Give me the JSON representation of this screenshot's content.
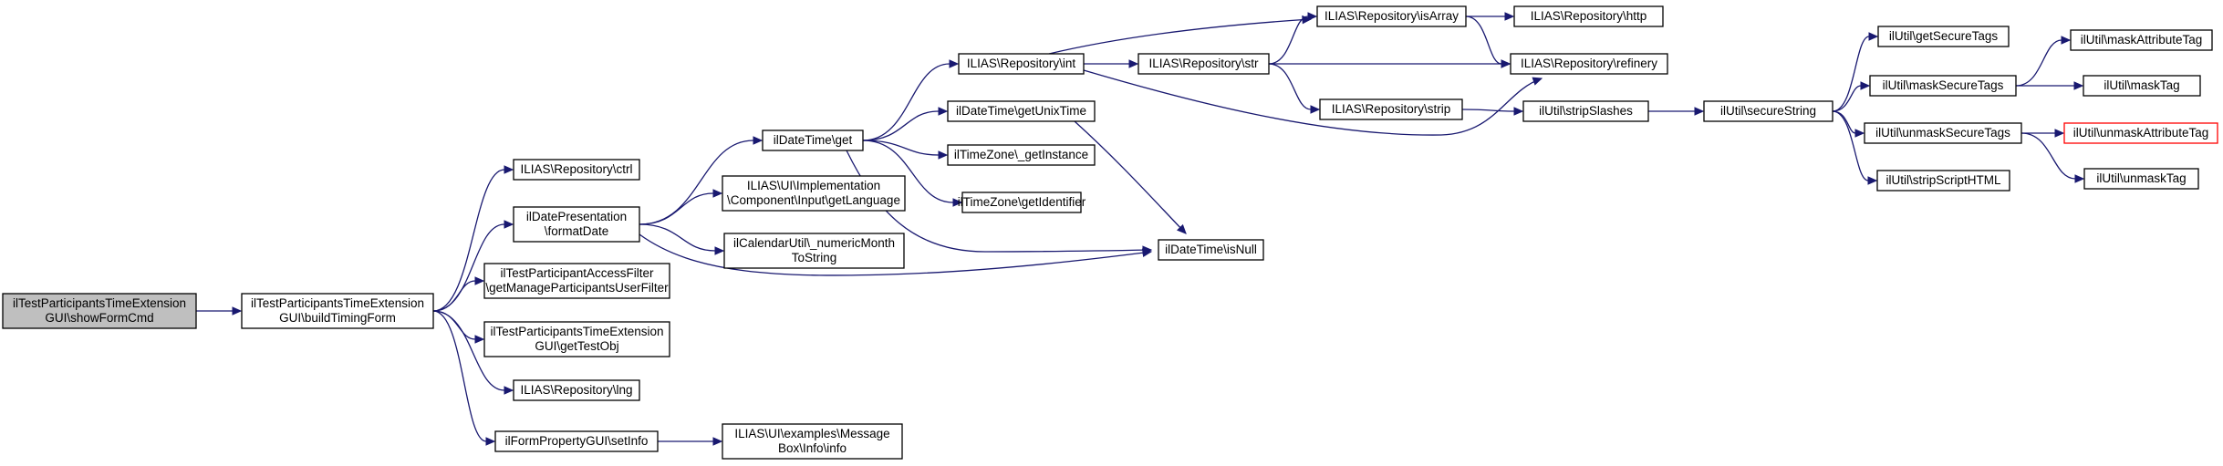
{
  "diagram": {
    "type": "call-graph",
    "nodes": [
      {
        "id": "n0",
        "lines": [
          "ilTestParticipantsTimeExtension",
          "GUI\\showFormCmd"
        ],
        "style": "root"
      },
      {
        "id": "n1",
        "lines": [
          "ilTestParticipantsTimeExtension",
          "GUI\\buildTimingForm"
        ]
      },
      {
        "id": "n2",
        "lines": [
          "ILIAS\\Repository\\ctrl"
        ]
      },
      {
        "id": "n3",
        "lines": [
          "ilDatePresentation",
          "\\formatDate"
        ]
      },
      {
        "id": "n4",
        "lines": [
          "ilTestParticipantAccessFilter",
          "\\getManageParticipantsUserFilter"
        ]
      },
      {
        "id": "n5",
        "lines": [
          "ilTestParticipantsTimeExtension",
          "GUI\\getTestObj"
        ]
      },
      {
        "id": "n6",
        "lines": [
          "ILIAS\\Repository\\lng"
        ]
      },
      {
        "id": "n7",
        "lines": [
          "ilFormPropertyGUI\\setInfo"
        ]
      },
      {
        "id": "n8",
        "lines": [
          "ilDateTime\\get"
        ]
      },
      {
        "id": "n9",
        "lines": [
          "ILIAS\\UI\\Implementation",
          "\\Component\\Input\\getLanguage"
        ]
      },
      {
        "id": "n10",
        "lines": [
          "ilCalendarUtil\\_numericMonth",
          "ToString"
        ]
      },
      {
        "id": "n11",
        "lines": [
          "ilDateTime\\isNull"
        ]
      },
      {
        "id": "n12",
        "lines": [
          "ILIAS\\UI\\examples\\Message",
          "Box\\Info\\info"
        ]
      },
      {
        "id": "n13",
        "lines": [
          "ILIAS\\Repository\\int"
        ]
      },
      {
        "id": "n14",
        "lines": [
          "ilDateTime\\getUnixTime"
        ]
      },
      {
        "id": "n15",
        "lines": [
          "ilTimeZone\\_getInstance"
        ]
      },
      {
        "id": "n16",
        "lines": [
          "ilTimeZone\\getIdentifier"
        ]
      },
      {
        "id": "n17",
        "lines": [
          "ILIAS\\Repository\\refinery"
        ]
      },
      {
        "id": "n18",
        "lines": [
          "ILIAS\\Repository\\isArray"
        ]
      },
      {
        "id": "n19",
        "lines": [
          "ILIAS\\Repository\\str"
        ]
      },
      {
        "id": "n20",
        "lines": [
          "ILIAS\\Repository\\http"
        ]
      },
      {
        "id": "n21",
        "lines": [
          "ILIAS\\Repository\\strip"
        ]
      },
      {
        "id": "n22",
        "lines": [
          "ilUtil\\stripSlashes"
        ]
      },
      {
        "id": "n23",
        "lines": [
          "ilUtil\\secureString"
        ]
      },
      {
        "id": "n24",
        "lines": [
          "ilUtil\\getSecureTags"
        ]
      },
      {
        "id": "n25",
        "lines": [
          "ilUtil\\maskSecureTags"
        ]
      },
      {
        "id": "n26",
        "lines": [
          "ilUtil\\unmaskSecureTags"
        ]
      },
      {
        "id": "n27",
        "lines": [
          "ilUtil\\stripScriptHTML"
        ]
      },
      {
        "id": "n28",
        "lines": [
          "ilUtil\\maskAttributeTag"
        ]
      },
      {
        "id": "n29",
        "lines": [
          "ilUtil\\maskTag"
        ]
      },
      {
        "id": "n30",
        "lines": [
          "ilUtil\\unmaskAttributeTag"
        ],
        "style": "red"
      },
      {
        "id": "n31",
        "lines": [
          "ilUtil\\unmaskTag"
        ]
      }
    ],
    "edges": [
      [
        "n0",
        "n1"
      ],
      [
        "n1",
        "n2"
      ],
      [
        "n1",
        "n3"
      ],
      [
        "n1",
        "n4"
      ],
      [
        "n1",
        "n5"
      ],
      [
        "n1",
        "n6"
      ],
      [
        "n1",
        "n7"
      ],
      [
        "n3",
        "n8"
      ],
      [
        "n3",
        "n9"
      ],
      [
        "n3",
        "n10"
      ],
      [
        "n3",
        "n11"
      ],
      [
        "n7",
        "n12"
      ],
      [
        "n8",
        "n13"
      ],
      [
        "n8",
        "n14"
      ],
      [
        "n8",
        "n15"
      ],
      [
        "n8",
        "n16"
      ],
      [
        "n8",
        "n11"
      ],
      [
        "n13",
        "n18"
      ],
      [
        "n13",
        "n19"
      ],
      [
        "n13",
        "n17"
      ],
      [
        "n14",
        "n11"
      ],
      [
        "n18",
        "n20"
      ],
      [
        "n18",
        "n17"
      ],
      [
        "n19",
        "n18"
      ],
      [
        "n19",
        "n17"
      ],
      [
        "n19",
        "n21"
      ],
      [
        "n21",
        "n22"
      ],
      [
        "n22",
        "n23"
      ],
      [
        "n23",
        "n24"
      ],
      [
        "n23",
        "n25"
      ],
      [
        "n23",
        "n26"
      ],
      [
        "n23",
        "n27"
      ],
      [
        "n25",
        "n28"
      ],
      [
        "n25",
        "n29"
      ],
      [
        "n26",
        "n30"
      ],
      [
        "n26",
        "n31"
      ]
    ],
    "colors": {
      "edge": "#191970",
      "root_fill": "#bfbfbf",
      "highlight_border": "#ff0000"
    }
  }
}
